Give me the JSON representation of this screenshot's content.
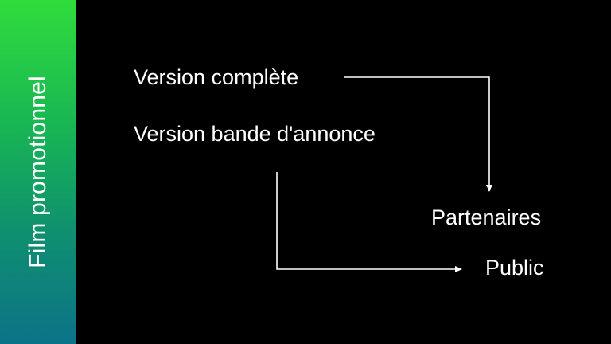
{
  "sidebar": {
    "title": "Film promotionnel",
    "accent_top": "#2fdc3c",
    "accent_bottom": "#0c7388"
  },
  "diagram": {
    "sources": {
      "full_version": "Version complète",
      "trailer_version": "Version bande d'annonce"
    },
    "targets": {
      "partners": "Partenaires",
      "public": "Public"
    },
    "edges": [
      {
        "from": "full_version",
        "to": "partners"
      },
      {
        "from": "trailer_version",
        "to": "public"
      }
    ]
  }
}
